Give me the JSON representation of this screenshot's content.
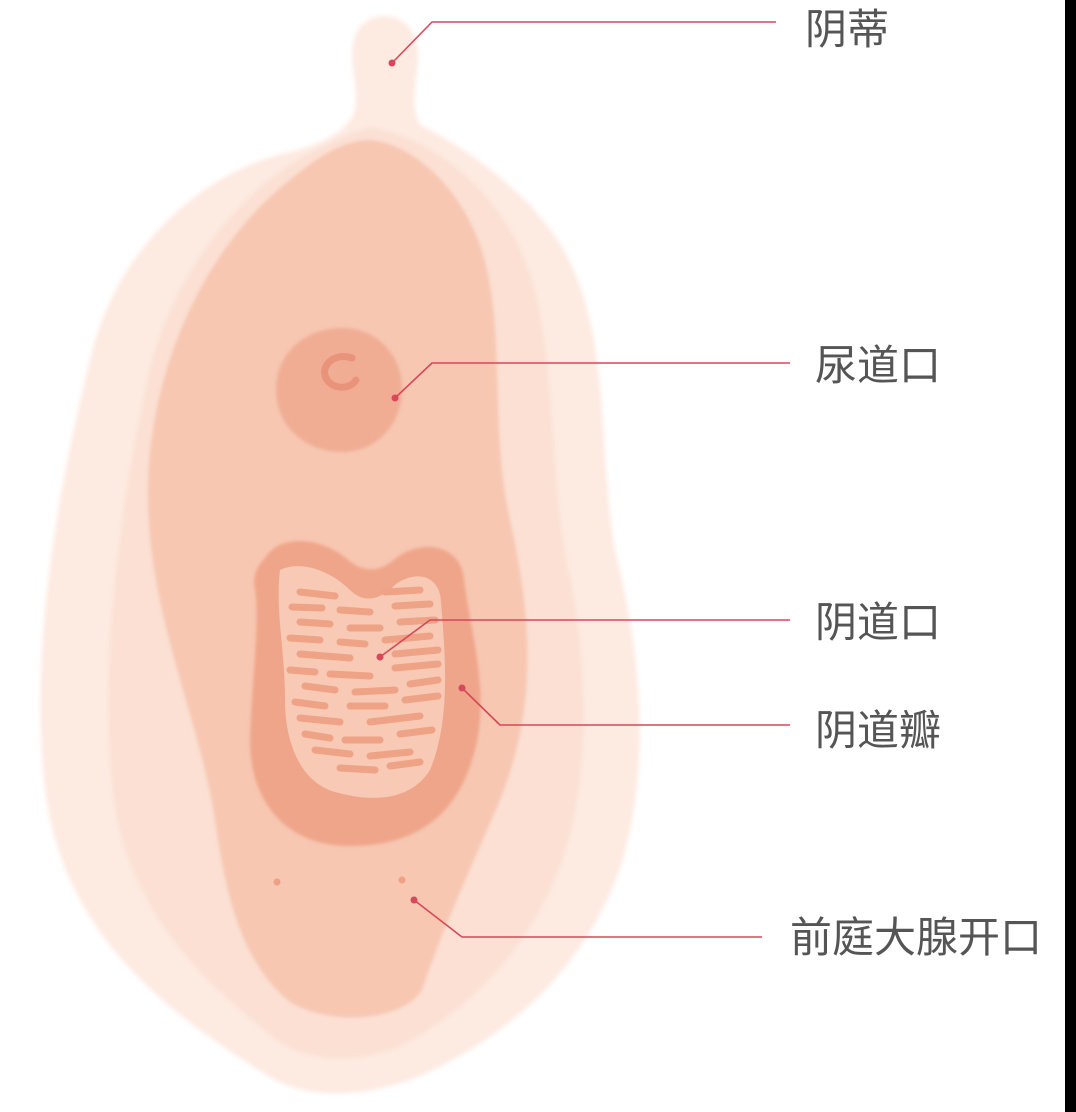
{
  "labels": {
    "clitoris": "阴蒂",
    "urethral_opening": "尿道口",
    "vaginal_opening": "阴道口",
    "hymen": "阴道瓣",
    "bartholin_gland_opening": "前庭大腺开口"
  },
  "colors": {
    "outer": "#fdeae1",
    "outer_band": "#fbe0d3",
    "vestibule": "#f7c7b2",
    "urethra": "#f0ad94",
    "urethra_swirl": "#e8937a",
    "hymen": "#efa589",
    "vaginal_inner": "#f8c9b4",
    "stripe": "#eea386",
    "gland_dot": "#eea184",
    "leader": "#d8475a",
    "label": "#555555"
  }
}
